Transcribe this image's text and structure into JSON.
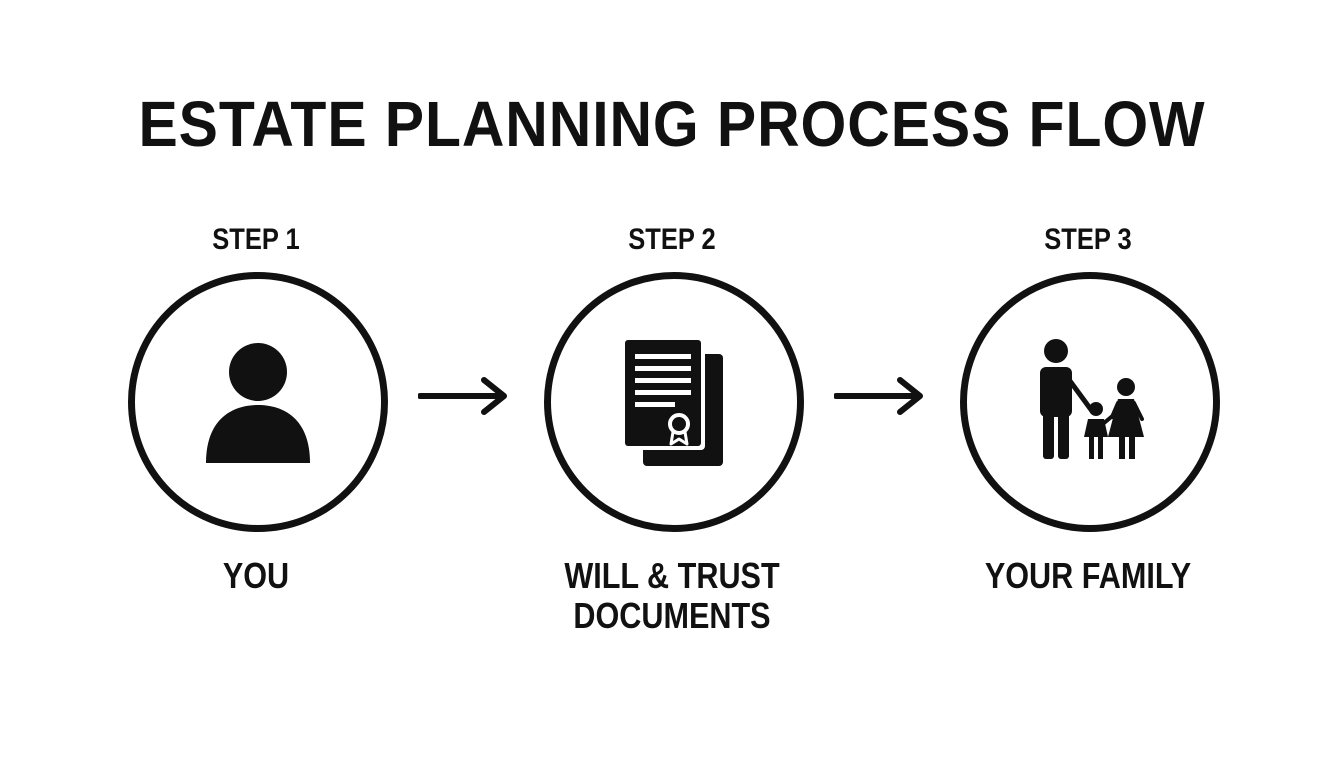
{
  "title": "ESTATE PLANNING PROCESS FLOW",
  "steps": [
    {
      "label": "STEP 1",
      "icon": "person-icon",
      "caption_lines": [
        "YOU"
      ]
    },
    {
      "label": "STEP 2",
      "icon": "documents-certificate-icon",
      "caption_lines": [
        "WILL & TRUST",
        "DOCUMENTS"
      ]
    },
    {
      "label": "STEP 3",
      "icon": "family-icon",
      "caption_lines": [
        "YOUR FAMILY"
      ]
    }
  ],
  "connectors": [
    "arrow-right-icon",
    "arrow-right-icon"
  ],
  "colors": {
    "ink": "#111111",
    "background": "#ffffff"
  }
}
